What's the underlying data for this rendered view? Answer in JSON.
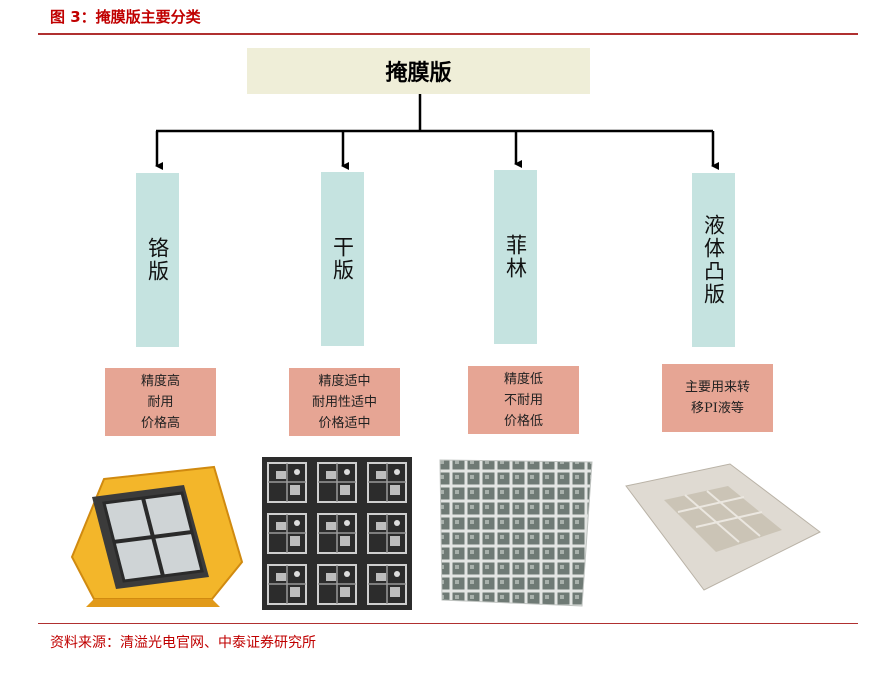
{
  "figure": {
    "title": "图 3：掩膜版主要分类"
  },
  "root": {
    "label": "掩膜版"
  },
  "types": [
    {
      "label": "铬版",
      "features": [
        "精度高",
        "耐用",
        "价格高"
      ]
    },
    {
      "label": "干版",
      "features": [
        "精度适中",
        "耐用性适中",
        "价格适中"
      ]
    },
    {
      "label": "菲林",
      "features": [
        "精度低",
        "不耐用",
        "价格低"
      ]
    },
    {
      "label": "液体凸版",
      "features": [
        "主要用来转",
        "移PI液等"
      ]
    }
  ],
  "photos": [
    {
      "subject": "chrome-mask-photo"
    },
    {
      "subject": "dry-plate-photo"
    },
    {
      "subject": "film-mask-photo"
    },
    {
      "subject": "liquid-relief-plate-photo"
    }
  ],
  "source": "资料来源：清溢光电官网、中泰证券研究所",
  "colors": {
    "title_red": "#c00000",
    "root_fill": "#efeed8",
    "type_fill": "#c5e3e0",
    "feature_fill": "#e6a594",
    "rule": "#b03030"
  }
}
